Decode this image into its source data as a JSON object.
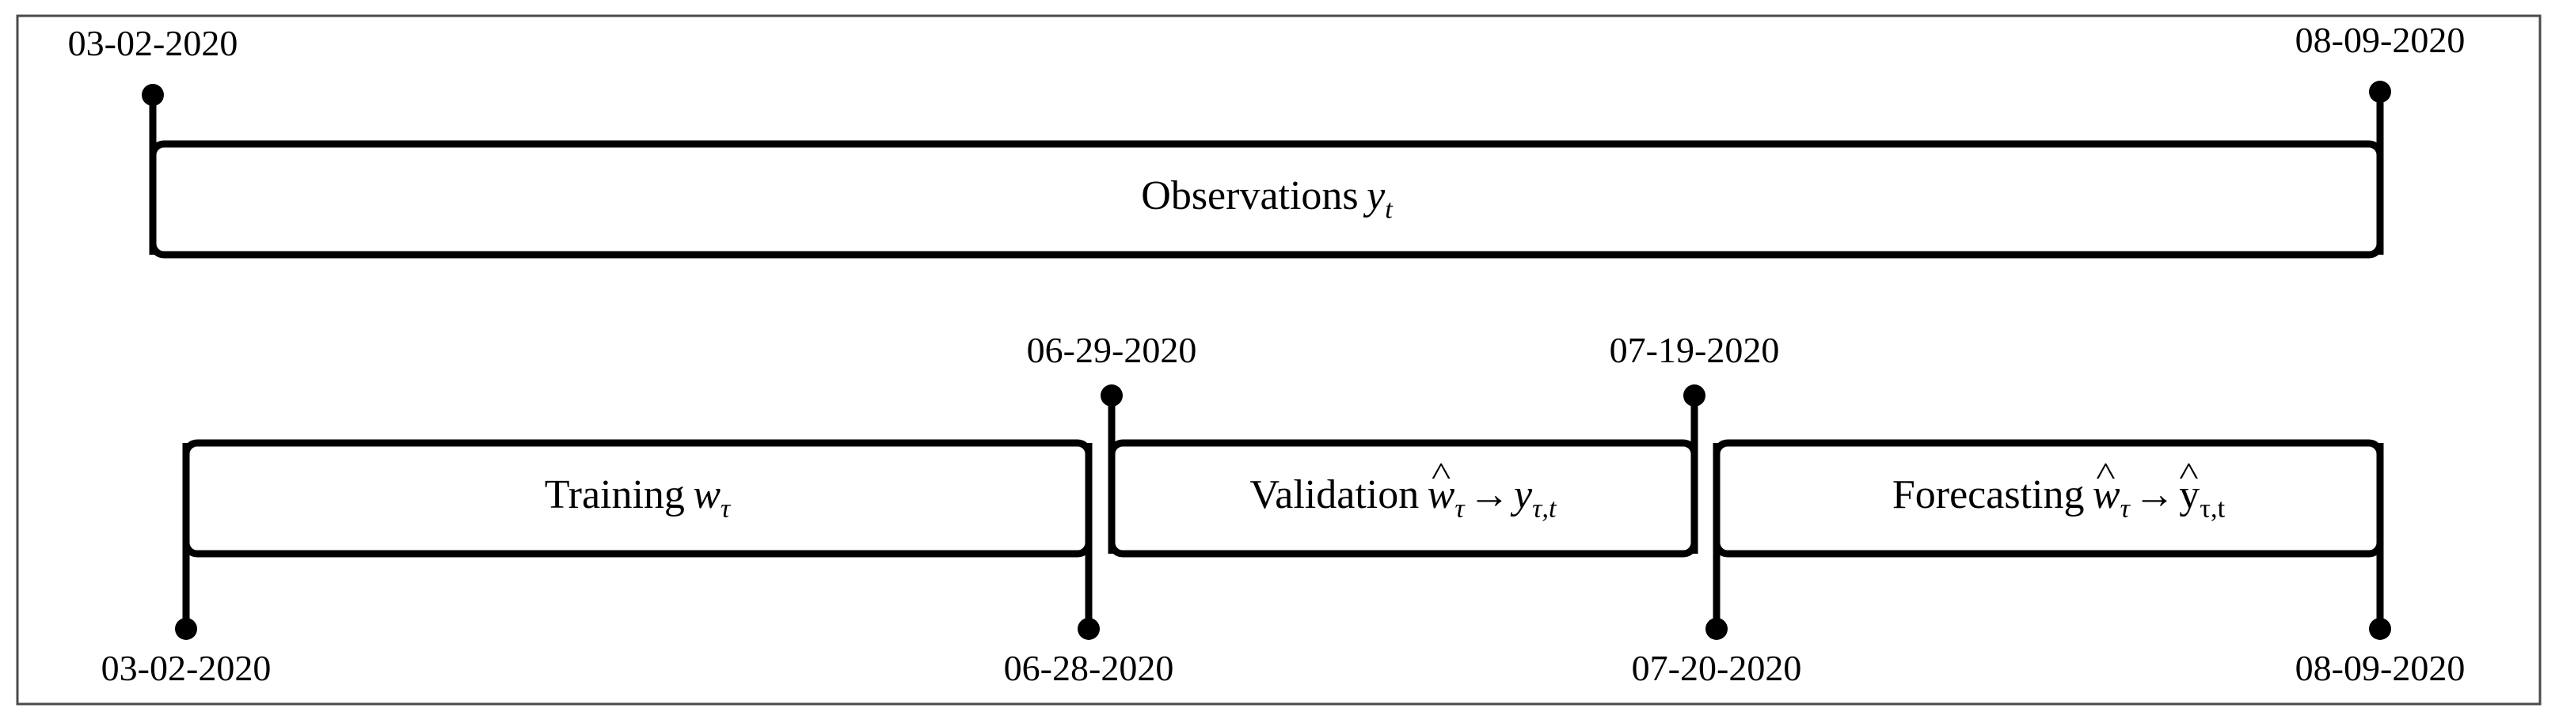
{
  "figure": {
    "kind": "timeline-diagram",
    "title_present": false,
    "border_color": "#4a4a4a",
    "line_color": "#000000",
    "background": "#ffffff"
  },
  "rows": [
    {
      "id": "observations-row",
      "bands": [
        {
          "id": "observations",
          "label_prefix": "Observations",
          "symbol_base": "y",
          "symbol_sub": "t",
          "start_date": "03-02-2020",
          "end_date": "08-09-2020"
        }
      ]
    },
    {
      "id": "splits-row",
      "bands": [
        {
          "id": "training",
          "label_prefix": "Training",
          "symbol_base": "w",
          "symbol_sub": "τ",
          "start_date": "03-02-2020",
          "end_date": "06-28-2020"
        },
        {
          "id": "validation",
          "label_prefix": "Validation",
          "symbol_base": "w",
          "symbol_sub": "τ",
          "symbol_target": "y",
          "symbol_target_sub": "τ,t",
          "start_date": "06-29-2020",
          "end_date": "07-19-2020"
        },
        {
          "id": "forecasting",
          "label_prefix": "Forecasting",
          "symbol_base": "w",
          "symbol_sub": "τ",
          "symbol_target": "y",
          "symbol_target_sub": "τ,t",
          "start_date": "07-20-2020",
          "end_date": "08-09-2020"
        }
      ]
    }
  ],
  "labels": {
    "observations": "Observations",
    "training": "Training",
    "validation": "Validation",
    "forecasting": "Forecasting",
    "arrow": "→",
    "hat": "^",
    "tau": "τ",
    "tau_t": "τ,t",
    "t": "t",
    "w": "w",
    "y": "y"
  },
  "dates": {
    "obs_start": "03-02-2020",
    "obs_end": "08-09-2020",
    "train_start": "03-02-2020",
    "train_end": "06-28-2020",
    "valid_start": "06-29-2020",
    "valid_end": "07-19-2020",
    "fore_start": "07-20-2020",
    "fore_end": "08-09-2020"
  }
}
